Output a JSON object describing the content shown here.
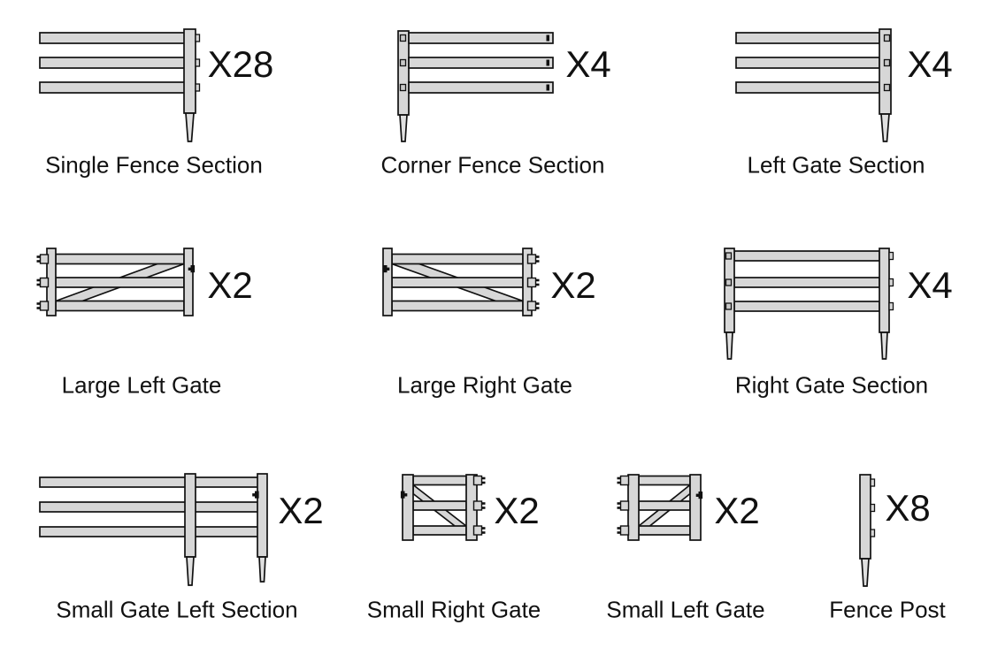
{
  "colors": {
    "part_fill": "#d7d7d7",
    "spike_fill": "#e0e0e0",
    "hole_fill": "#c8c8c8",
    "part_stroke": "#111111",
    "hardware_black": "#111111",
    "text": "#111111",
    "background": "#ffffff"
  },
  "parts": [
    {
      "id": "single-fence-section",
      "label": "Single Fence Section",
      "quantity": "X28",
      "count": 28
    },
    {
      "id": "corner-fence-section",
      "label": "Corner Fence Section",
      "quantity": "X4",
      "count": 4
    },
    {
      "id": "left-gate-section",
      "label": "Left Gate Section",
      "quantity": "X4",
      "count": 4
    },
    {
      "id": "large-left-gate",
      "label": "Large Left Gate",
      "quantity": "X2",
      "count": 2
    },
    {
      "id": "large-right-gate",
      "label": "Large Right Gate",
      "quantity": "X2",
      "count": 2
    },
    {
      "id": "right-gate-section",
      "label": "Right Gate Section",
      "quantity": "X4",
      "count": 4
    },
    {
      "id": "small-gate-left-section",
      "label": "Small Gate Left Section",
      "quantity": "X2",
      "count": 2
    },
    {
      "id": "small-right-gate",
      "label": "Small Right Gate",
      "quantity": "X2",
      "count": 2
    },
    {
      "id": "small-left-gate",
      "label": "Small Left Gate",
      "quantity": "X2",
      "count": 2
    },
    {
      "id": "fence-post",
      "label": "Fence Post",
      "quantity": "X8",
      "count": 8
    }
  ]
}
